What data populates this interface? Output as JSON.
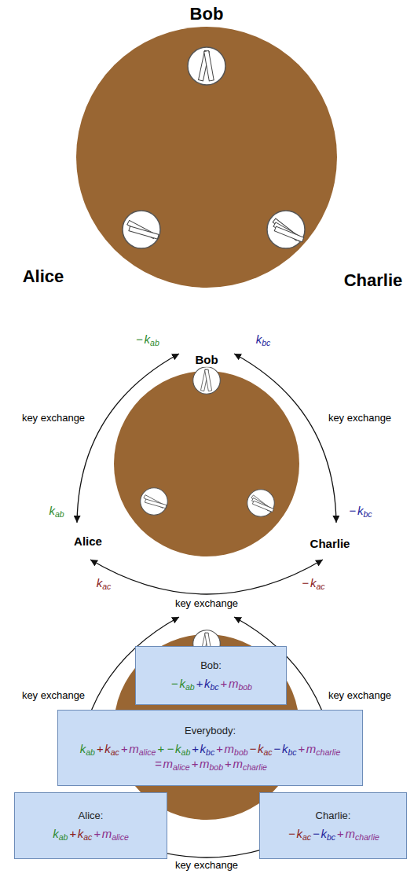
{
  "diagram": {
    "nodes": [
      {
        "text": [
          "Bob:",
          "−kab+kbc+mbob"
        ]
      },
      {
        "text": [
          "Everybody:",
          "kab+kac+malice+−kab+kbc+mbob−kac−kbc+mcharlie =malice+mbob+mcharlie"
        ]
      },
      {
        "text": [
          "Alice:",
          "kab+kac+malice"
        ]
      },
      {
        "text": [
          "Charlie:",
          "−kac−kbc+mcharlie"
        ]
      }
    ],
    "labels": [
      "Bob",
      "Alice",
      "Charlie",
      "−kab",
      "Bob",
      "kbc",
      "key exchange",
      "key exchange",
      "kab",
      "Alice",
      "Charlie",
      "−kbc",
      "kac",
      "−kac",
      "key exchange",
      "key exchange",
      "key exchange",
      "key exchange"
    ]
  }
}
